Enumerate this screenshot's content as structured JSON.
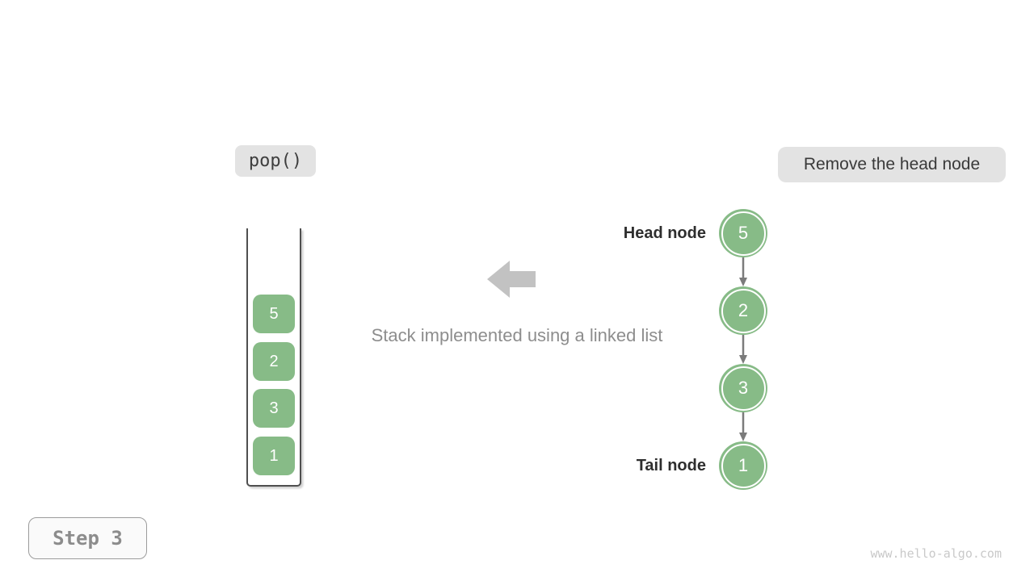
{
  "badges": {
    "operation": "pop()",
    "action": "Remove the head node"
  },
  "stack": {
    "values": [
      "5",
      "2",
      "3",
      "1"
    ]
  },
  "caption": "Stack implemented using a linked list",
  "linked_list": {
    "head_label": "Head node",
    "tail_label": "Tail node",
    "nodes": [
      "5",
      "2",
      "3",
      "1"
    ]
  },
  "footer": {
    "step": "Step 3",
    "watermark": "www.hello-algo.com"
  },
  "colors": {
    "node_green": "#87bb87",
    "badge_bg": "#e3e3e3",
    "big_arrow_gray": "#c2c2c2",
    "connector_gray": "#7b7b7b",
    "caption_gray": "#8d8d8d",
    "step_gray": "#8c8c8c",
    "watermark_gray": "#c9c9c9"
  }
}
